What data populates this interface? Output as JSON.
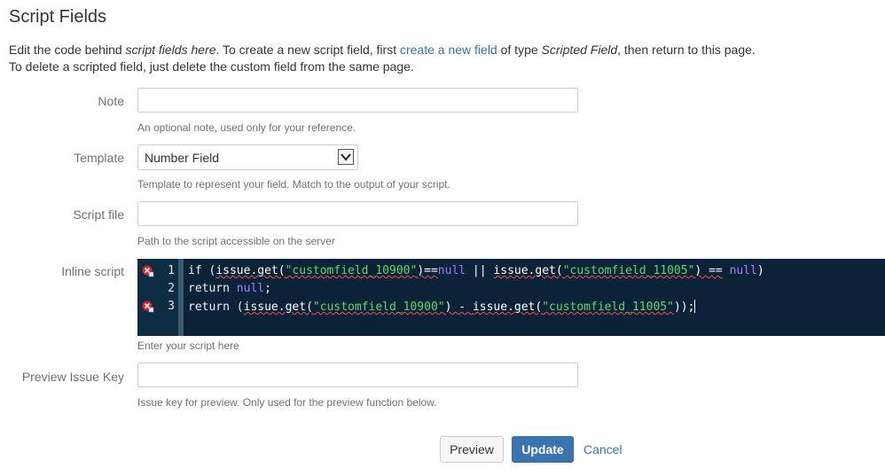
{
  "page": {
    "title": "Script Fields",
    "intro": {
      "p1": "Edit the code behind ",
      "p1_em": "script fields here",
      "p2": ". To create a new script field, first ",
      "link": "create a new field",
      "p3": " of type ",
      "p3_em": "Scripted Field",
      "p4": ", then return to this page.",
      "line2": "To delete a scripted field, just delete the custom field from the same page."
    }
  },
  "form": {
    "note": {
      "label": "Note",
      "value": "",
      "hint": "An optional note, used only for your reference."
    },
    "template": {
      "label": "Template",
      "selected": "Number Field",
      "hint": "Template to represent your field. Match to the output of your script."
    },
    "script_file": {
      "label": "Script file",
      "value": "",
      "hint": "Path to the script accessible on the server"
    },
    "inline_script": {
      "label": "Inline script",
      "hint": "Enter your script here",
      "lines": [
        {
          "number": "1",
          "error": true
        },
        {
          "number": "2",
          "error": false
        },
        {
          "number": "3",
          "error": true
        }
      ],
      "tokens": {
        "l1_a": "if (",
        "l1_b": "issue.get(",
        "l1_c": "\"customfield_10900\"",
        "l1_d": ")==",
        "l1_e": "null",
        "l1_f": " || ",
        "l1_g": "issue.get(",
        "l1_h": "\"customfield_11005\"",
        "l1_i": ") ==",
        "l1_j": " ",
        "l1_k": "null",
        "l1_l": ")",
        "l2_a": "return ",
        "l2_b": "null",
        "l2_c": ";",
        "l3_a": "return (",
        "l3_b": "issue.get(",
        "l3_c": "\"customfield_10900\"",
        "l3_d": ") - ",
        "l3_e": "issue.get(",
        "l3_f": "\"customfield_11005\"",
        "l3_g": "));"
      }
    },
    "preview_issue_key": {
      "label": "Preview Issue Key",
      "value": "",
      "hint": "Issue key for preview. Only used for the preview function below."
    }
  },
  "actions": {
    "preview_label": "Preview",
    "update_label": "Update",
    "cancel_label": "Cancel"
  },
  "colors": {
    "link": "#3572b0",
    "primary_button": "#3b73af",
    "editor_bg": "#0b2339",
    "string": "#5ed86b",
    "null_keyword": "#a27bff",
    "error": "#ff4a4a"
  }
}
